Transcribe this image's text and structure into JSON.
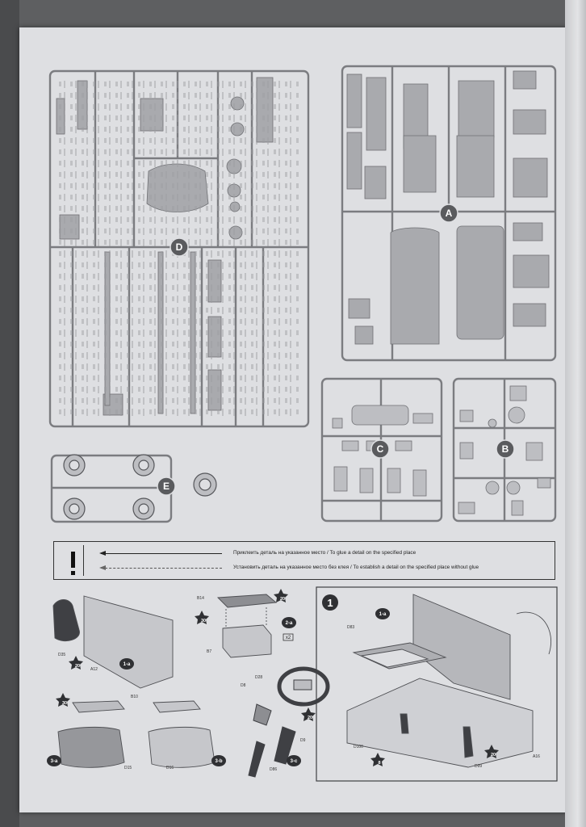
{
  "sprues": {
    "labels": [
      "D",
      "A",
      "C",
      "B",
      "E"
    ]
  },
  "legend": {
    "glue_text": "Приклеить деталь на указанное место / To glue a detail on the specified place",
    "no_glue_text": "Установить деталь на указанное место без клея / To establish a detail on the specified place without glue"
  },
  "sub_steps": {
    "s1a": "1-a",
    "s2a": "2-a",
    "s3a": "3-a",
    "s3b": "3-b",
    "s3c": "3-c",
    "x2": "x2"
  },
  "step1": {
    "number": "1",
    "label": "1-a"
  },
  "part_labels": {
    "d35": "D35",
    "a12": "A12",
    "b14": "B14",
    "b7": "B7",
    "b10": "B10",
    "d15": "D15",
    "d16": "D16",
    "d28": "D28",
    "d8": "D8",
    "d9": "D9",
    "d86": "D86",
    "d83": "D83",
    "d100": "D100",
    "d99": "D99",
    "a16": "A16"
  },
  "paint_numbers": {
    "p30a": "30",
    "p20a": "20",
    "p20b": "20",
    "p30b": "30",
    "p20c": "20",
    "p20d": "20",
    "p8": "8"
  },
  "colors": {
    "sheet": "#dedfe2",
    "sprue_line": "#7b7c80",
    "badge": "#5a5b5e",
    "paper_shadow": "#5e5f61"
  }
}
